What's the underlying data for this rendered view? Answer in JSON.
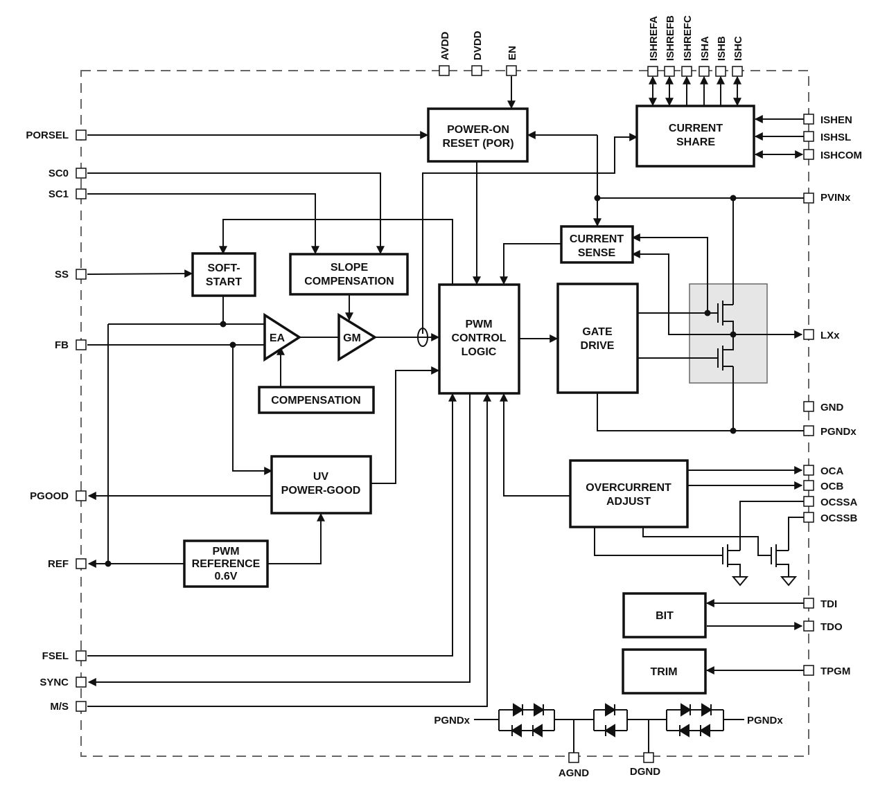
{
  "pins": {
    "avdd": "AVDD",
    "dvdd": "DVDD",
    "en": "EN",
    "ishrefa": "ISHREFA",
    "ishrefb": "ISHREFB",
    "ishrefc": "ISHREFC",
    "isha": "ISHA",
    "ishb": "ISHB",
    "ishc": "ISHC",
    "porsel": "PORSEL",
    "sc0": "SC0",
    "sc1": "SC1",
    "ss": "SS",
    "fb": "FB",
    "pgood": "PGOOD",
    "ref": "REF",
    "fsel": "FSEL",
    "sync": "SYNC",
    "ms": "M/S",
    "ishen": "ISHEN",
    "ishsl": "ISHSL",
    "ishcom": "ISHCOM",
    "pvinx": "PVINx",
    "lxx": "LXx",
    "gnd": "GND",
    "pgndx_right": "PGNDx",
    "oca": "OCA",
    "ocb": "OCB",
    "ocssa": "OCSSA",
    "ocssb": "OCSSB",
    "tdi": "TDI",
    "tdo": "TDO",
    "tpgm": "TPGM",
    "agnd": "AGND",
    "dgnd": "DGND",
    "pgndx_bottom_left": "PGNDx",
    "pgndx_bottom_right": "PGNDx"
  },
  "blocks": {
    "por_1": "POWER-ON",
    "por_2": "RESET (POR)",
    "current_share_1": "CURRENT",
    "current_share_2": "SHARE",
    "current_sense_1": "CURRENT",
    "current_sense_2": "SENSE",
    "soft_start_1": "SOFT-",
    "soft_start_2": "START",
    "slope_comp_1": "SLOPE",
    "slope_comp_2": "COMPENSATION",
    "pwm_logic_1": "PWM",
    "pwm_logic_2": "CONTROL",
    "pwm_logic_3": "LOGIC",
    "gate_drive_1": "GATE",
    "gate_drive_2": "DRIVE",
    "ea": "EA",
    "gm": "GM",
    "compensation": "COMPENSATION",
    "uv_pgood_1": "UV",
    "uv_pgood_2": "POWER-GOOD",
    "pwm_ref_1": "PWM",
    "pwm_ref_2": "REFERENCE",
    "pwm_ref_3": "0.6V",
    "overcurrent_1": "OVERCURRENT",
    "overcurrent_2": "ADJUST",
    "bit": "BIT",
    "trim": "TRIM"
  },
  "colors": {
    "line": "#111111",
    "fet_box": "#e6e6e6",
    "background": "#ffffff"
  }
}
